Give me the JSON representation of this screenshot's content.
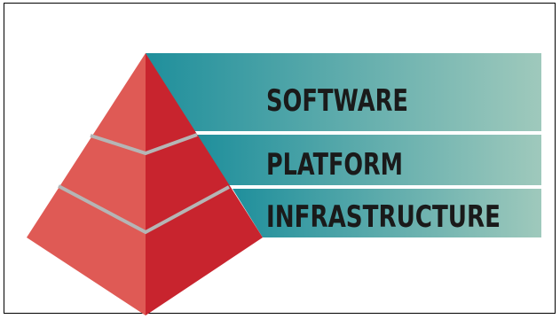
{
  "diagram": {
    "layers": [
      {
        "label": "SOFTWARE"
      },
      {
        "label": "PLATFORM"
      },
      {
        "label": "INFRASTRUCTURE"
      }
    ],
    "colors": {
      "pyramid_left_face": "#df5a55",
      "pyramid_right_face": "#c8242e",
      "divider": "#b5b5b5",
      "band_start": "#1f8f9c",
      "band_end": "#9fc9bc",
      "text": "#1a1a1a"
    }
  }
}
